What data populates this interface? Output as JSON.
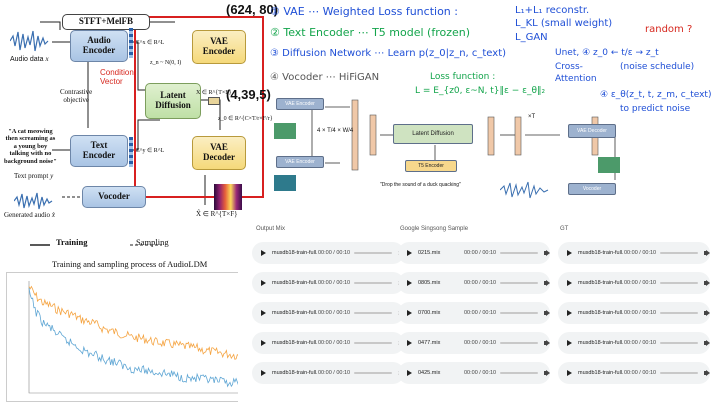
{
  "diagram": {
    "stft_label": "STFT+MelFB",
    "audio_encoder": "Audio\nEncoder",
    "text_encoder": "Text\nEncoder",
    "latent_diffusion": "Latent\nDiffusion",
    "vae_encoder": "VAE\nEncoder",
    "vae_decoder": "VAE\nDecoder",
    "vocoder": "Vocoder",
    "audio_data": "Audio data",
    "audio_data_var": "x",
    "contrastive": "Contrastive\nobjective",
    "condition_vector": "Condition\nVector",
    "text_prompt_quote": "\"A cat meowing\nthen screaming as\na young boy\ntalking with no\nbackground noise\"",
    "text_prompt_label": "Text prompt",
    "text_prompt_var": "y",
    "generated_audio": "Generated audio",
    "generated_audio_var": "x̂",
    "ex_label": "E^x ∈ R^L",
    "ey_label": "E^y ∈ R^L",
    "zn_label": "z_n ~ N(0, I)",
    "z0_label": "z_0 ∈ R^{C×T/r×F/r}",
    "zhat0_label": "ẑ_0 ∈ R^{C×T/r×F/r}",
    "x_label": "X ∈ R^{T×F}",
    "xhat_label": "X̂ ∈ R^{T×F}",
    "shape1": "(624, 80)",
    "shape2": "(4,39,5)",
    "legend_training": "Training",
    "legend_sampling": "Sampling",
    "caption": "Training and sampling process of AudioLDM"
  },
  "notes": {
    "n1": "① VAE ⋯ Weighted Loss function :",
    "n1b": "L₁+L₁ reconstr.",
    "n1c": "L_KL (small weight)",
    "n1d": "L_GAN",
    "n2": "② Text Encoder ⋯ T5 model (frozen)",
    "n3": "③ Diffusion Network ⋯ Learn p(z_0|z_n, c_text)",
    "n3b": "Unet, ④ z_0 ← t/ε → z_t",
    "n3c": "Cross-",
    "n3d": "Attention",
    "n3e": "(noise schedule)",
    "n3f": "④ ε_θ(z_t, t, z_m, c_text)",
    "n3g": "to predict noise",
    "n4": "④ Vocoder ⋯ HiFiGAN",
    "loss_label": "Loss function :",
    "loss_eq": "L = E_{z0, ε~N, t}‖ε − ε_θ‖₂",
    "random": "random ?"
  },
  "pipeline": {
    "vae_enc_1": "VAE Encoder",
    "vae_enc_2": "VAE Encoder",
    "latent_diffusion": "Latent Diffusion",
    "t5": "T5 Encoder",
    "vae_dec": "VAE Decoder",
    "vocoder": "Vocoder",
    "caption": "\"Drop the sound of a duck quacking\"",
    "mult": "4 × T/4 × W/4",
    "xT": "×T"
  },
  "mix_page": {
    "columns": [
      "Output Mix",
      "Google Singsong Sample",
      "GT"
    ],
    "time": "00:00 / 00:10",
    "rows": [
      [
        "musdb18-train-full...",
        "0215.mix",
        "musdb18-train-full..."
      ],
      [
        "musdb18-train-full...",
        "0805.mix",
        "musdb18-train-full..."
      ],
      [
        "musdb18-train-full...",
        "0700.mix",
        "musdb18-train-full..."
      ],
      [
        "musdb18-train-full...",
        "0477.mix",
        "musdb18-train-full..."
      ],
      [
        "musdb18-train-full...",
        "0425.mix",
        "musdb18-train-full..."
      ]
    ]
  },
  "chart_data": {
    "type": "line",
    "title": "",
    "xlabel": "",
    "ylabel": "",
    "series": [
      {
        "values": [
          0.95,
          0.86,
          0.8,
          0.78,
          0.74,
          0.72,
          0.7,
          0.66,
          0.64,
          0.62,
          0.58,
          0.56,
          0.54,
          0.52,
          0.5,
          0.49,
          0.48,
          0.46,
          0.45,
          0.44,
          0.43,
          0.42,
          0.41,
          0.4,
          0.38,
          0.37,
          0.36,
          0.35,
          0.34,
          0.33
        ]
      },
      {
        "values": [
          0.9,
          0.72,
          0.62,
          0.58,
          0.52,
          0.47,
          0.44,
          0.4,
          0.36,
          0.34,
          0.31,
          0.29,
          0.27,
          0.24,
          0.22,
          0.21,
          0.2,
          0.19,
          0.18,
          0.17,
          0.16,
          0.14,
          0.13,
          0.13,
          0.12,
          0.11,
          0.1,
          0.1,
          0.09,
          0.09
        ]
      }
    ],
    "colors": [
      "#f5a442",
      "#5fa6d4"
    ]
  }
}
